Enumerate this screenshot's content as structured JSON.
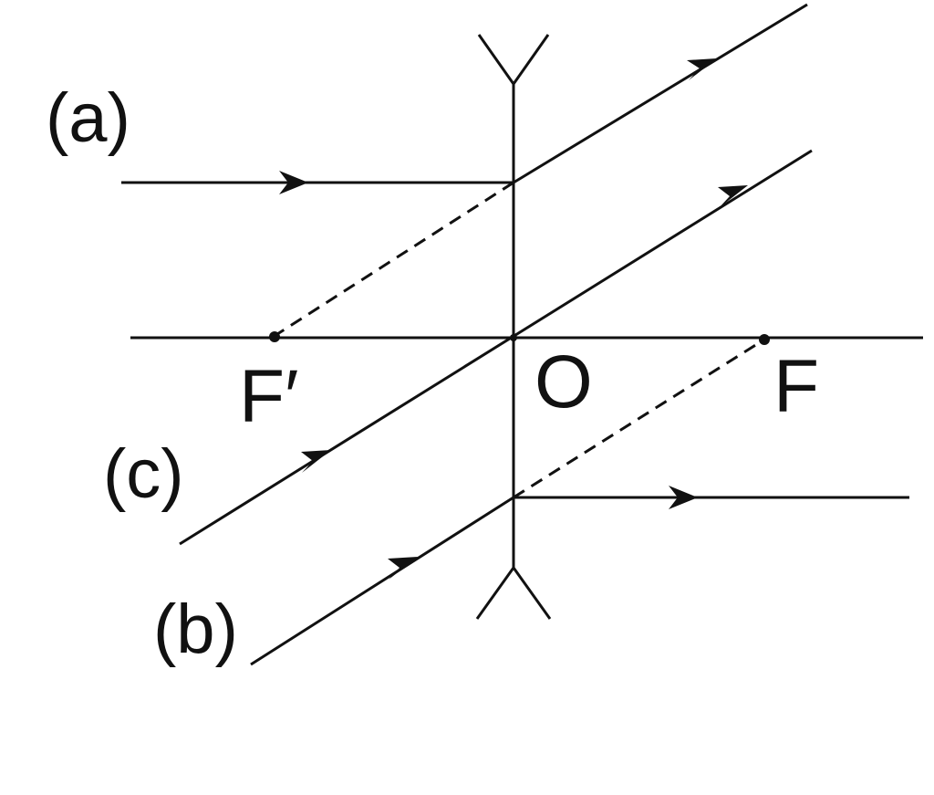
{
  "labels": {
    "ray_a": "(a)",
    "ray_b": "(b)",
    "ray_c": "(c)",
    "focus_left": "F′",
    "optical_center": "O",
    "focus_right": "F"
  },
  "lens": {
    "type": "concave"
  },
  "colors": {
    "ink": "#111111",
    "background": "#ffffff"
  }
}
